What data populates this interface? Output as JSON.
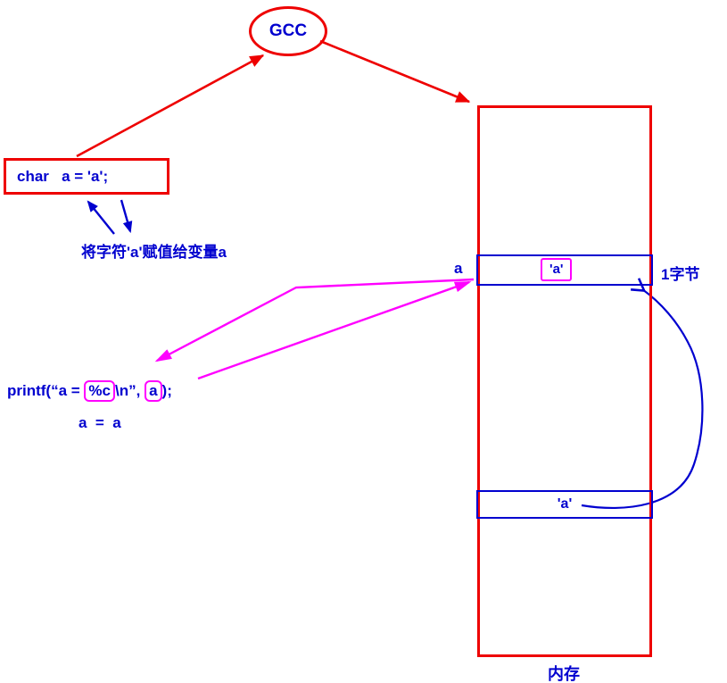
{
  "colors": {
    "red": "#ee0000",
    "blue": "#0000cf",
    "magenta": "#ff00ff"
  },
  "gcc_node": {
    "label": "GCC"
  },
  "code_box": {
    "text": "char   a = 'a';"
  },
  "annotation": {
    "text": "将字符'a'赋值给变量a"
  },
  "printf_line": {
    "prefix": "printf(“a = ",
    "format_spec": "%c",
    "middle": "\\n”, ",
    "argument": "a",
    "suffix": ");"
  },
  "echo_line": {
    "text": "a  =  a"
  },
  "memory": {
    "title": "内存",
    "cell_a": {
      "var_label": "a",
      "value": "'a'",
      "size_label": "1字节"
    },
    "cell_literal": {
      "value": "'a'"
    }
  }
}
